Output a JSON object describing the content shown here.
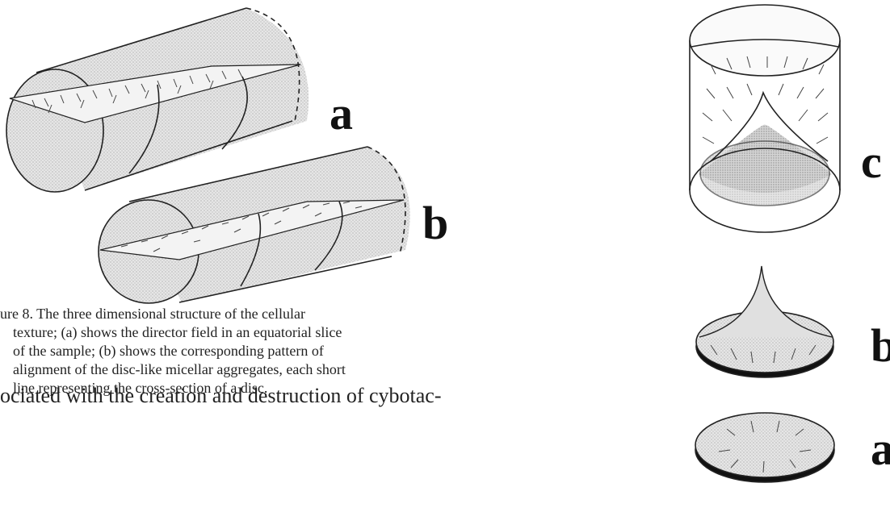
{
  "labels": {
    "left_top": "a",
    "left_bottom": "b",
    "right_top": "c",
    "right_mid": "b",
    "right_bottom": "a"
  },
  "caption": {
    "line1": "ure 8.  The three dimensional structure of the cellular",
    "line2": "texture; (a) shows the director field in an equatorial slice",
    "line3": "of the sample; (b) shows the corresponding pattern of",
    "line4": "alignment of the disc-like micellar aggregates, each short",
    "line5": "line representing the cross-section of a disc."
  },
  "body_text": "ociated with the creation and destruction of cybotac-"
}
